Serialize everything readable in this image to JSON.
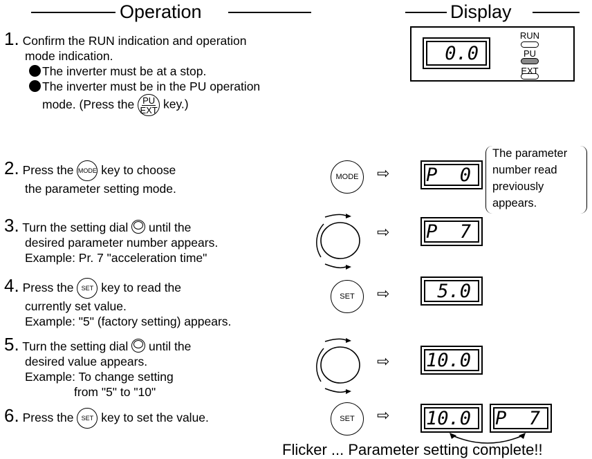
{
  "headers": {
    "operation": "Operation",
    "display": "Display"
  },
  "steps": [
    {
      "num": "1.",
      "line1": "Confirm the RUN indication and operation",
      "line2": "mode indication.",
      "bullet1": "The inverter must be at a stop.",
      "bullet2": "The inverter must be in the PU operation",
      "bullet2b_pre": "mode. (Press the",
      "bullet2b_post": "key.)"
    },
    {
      "num": "2.",
      "pre": "Press the",
      "post": "key to choose",
      "line2": "the parameter setting mode."
    },
    {
      "num": "3.",
      "pre": "Turn the setting dial",
      "post": "until the",
      "line2": "desired parameter number appears.",
      "line3": "Example: Pr. 7 \"acceleration time\""
    },
    {
      "num": "4.",
      "pre": "Press the",
      "post": "key to read the",
      "line2": "currently set value.",
      "line3": "Example: \"5\" (factory setting) appears."
    },
    {
      "num": "5.",
      "pre": "Turn the setting dial",
      "post": "until the",
      "line2": "desired value appears.",
      "line3": "Example: To change setting",
      "line4": "from \"5\" to \"10\""
    },
    {
      "num": "6.",
      "pre": "Press the",
      "post": "key to set the value."
    }
  ],
  "keys": {
    "mode": "MODE",
    "set": "SET",
    "pu_top": "PU",
    "pu_bottom": "EXT"
  },
  "panel": {
    "value": "0.0",
    "run": "RUN",
    "pu": "PU",
    "ext": "EXT"
  },
  "displays": {
    "step2": "P  0",
    "step3": "P  7",
    "step4": "5.0",
    "step5": "10.0",
    "step6a": "10.0",
    "step6b": "P  7"
  },
  "note": {
    "l1": "The parameter",
    "l2": "number read",
    "l3": "previously",
    "l4": "appears."
  },
  "footer": "Flicker ... Parameter setting complete!!",
  "arrow_glyph": "⇨"
}
